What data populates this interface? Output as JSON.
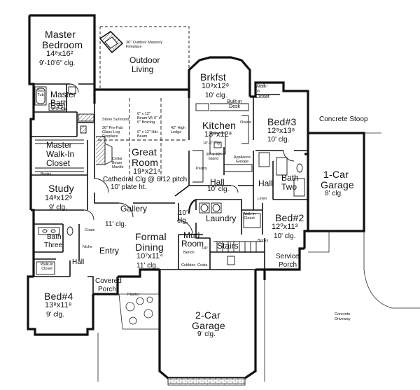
{
  "rooms": {
    "master_bedroom": {
      "name_1": "Master",
      "name_2": "Bedroom",
      "dims": "14⁸x16²",
      "clg": "9'-10'6\" clg."
    },
    "outdoor_living": {
      "name_1": "Outdoor",
      "name_2": "Living",
      "fireplace_note": "36\" Outdoor Masonry Fireplace"
    },
    "brkfst": {
      "name": "Brkfst",
      "dims": "10⁸x12⁸",
      "clg": "10' clg."
    },
    "walk_in_closet_bed3": {
      "name": "Walk-In Closet"
    },
    "master_bath": {
      "name_1": "Master",
      "name_2": "Bath",
      "clg": "9'-0\" Clg."
    },
    "box_tub": {
      "name": "Box Tub"
    },
    "master_walk_in_closet": {
      "name_1": "Master",
      "name_2": "Walk-In",
      "name_3": "Closet"
    },
    "great_room": {
      "name_1": "Great",
      "name_2": "Room",
      "dims": "19⁸x21⁴",
      "clg_1": "Cathedral Clg @ 6/12 pitch",
      "clg_2": "10' plate ht."
    },
    "great_room_notes": {
      "stone_surround": "Stone Surround",
      "fireplace": "36\" Pre-Fab Glass-Log Fireplace",
      "cedar_beam": "Cedar Beam Mantle",
      "beam_1": "6\" x 12\" Beam W/ 6\" x 6\" Bracing",
      "beam_2": "6\" x 12\" Hdr. Beam",
      "ledge": "42\" High Ledge"
    },
    "kitchen": {
      "name": "Kitchen",
      "dims": "13⁸x12⁸",
      "clg": "10'-0\" Clg.",
      "island": "30\" x 72\" Island",
      "desk": "Built-in Desk",
      "appliance": "Appliance Garage",
      "pantry": "Pantry",
      "ovens": "Ovens"
    },
    "bed3": {
      "name": "Bed#3",
      "dims": "12⁸x13⁸",
      "clg": "10' clg."
    },
    "concrete_stoop": {
      "name": "Concrete Stoop"
    },
    "one_car_garage": {
      "name_1": "1-Car",
      "name_2": "Garage",
      "clg": "8' clg."
    },
    "study": {
      "name": "Study",
      "dims": "14⁸x12⁸",
      "clg": "9' clg.",
      "books": "Books"
    },
    "hall_center": {
      "name": "Hall",
      "clg": "10' clg."
    },
    "bath_two": {
      "name_1": "Bath",
      "name_2": "Two"
    },
    "hall_right": {
      "name": "Hall"
    },
    "linen": {
      "name": "Linen"
    },
    "gallery": {
      "name": "Gallery",
      "clg": "11' clg."
    },
    "laundry": {
      "name": "Laundry"
    },
    "walk_in_closet_bed2": {
      "name": "Walk-In Closet"
    },
    "bed2": {
      "name": "Bed#2",
      "dims": "12⁰x11³",
      "clg": "10' clg."
    },
    "bath_three": {
      "name_1": "Bath",
      "name_2": "Three"
    },
    "coats": {
      "name": "Coats"
    },
    "niche": {
      "name": "Niche"
    },
    "entry": {
      "name": "Entry"
    },
    "formal_dining": {
      "name_1": "Formal",
      "name_2": "Dining",
      "dims": "10⁷x11⁴",
      "clg": "11' clg."
    },
    "mud_room": {
      "name_1": "10'",
      "name_2": "clg.",
      "name_3": "Mud",
      "name_4": "Room"
    },
    "bench": {
      "name": "Bench"
    },
    "cubbies": {
      "name": "Cubbies"
    },
    "stairs": {
      "name": "Stairs",
      "up": "UP"
    },
    "books_right": {
      "name": "Books"
    },
    "service_porch": {
      "name_1": "Service",
      "name_2": "Porch"
    },
    "walk_in_closet_bed4": {
      "name": "Walk-In Closet"
    },
    "hall_left": {
      "name": "Hall"
    },
    "covered_porch": {
      "name_1": "Covered",
      "name_2": "Porch"
    },
    "bed4": {
      "name": "Bed#4",
      "dims": "13⁸x11⁸",
      "clg": "9' clg."
    },
    "planter": {
      "name": "Planter"
    },
    "two_car_garage": {
      "name_1": "2-Car",
      "name_2": "Garage",
      "clg": "9' clg."
    },
    "driveway": {
      "name_1": "Concrete",
      "name_2": "Driveway"
    }
  }
}
